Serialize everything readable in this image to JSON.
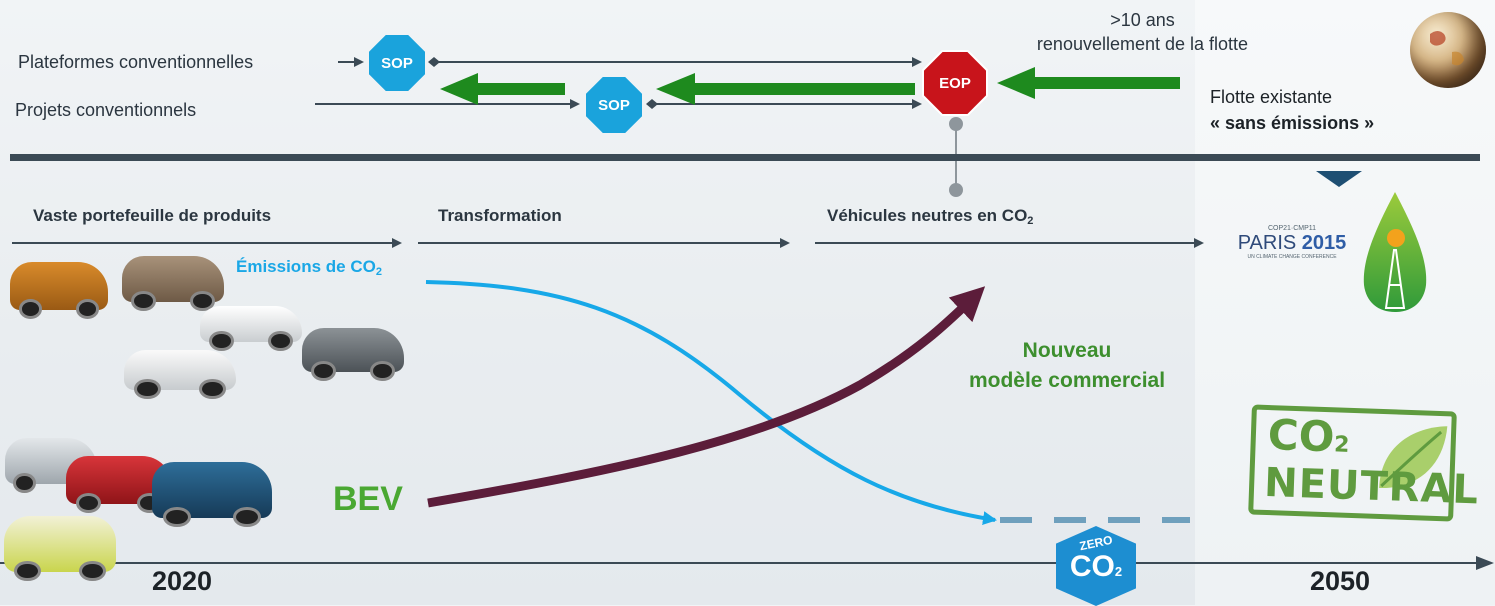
{
  "rows": {
    "platforms_label": "Plateformes conventionnelles",
    "projects_label": "Projets conventionnels"
  },
  "signs": {
    "sop_top": "SOP",
    "sop_mid": "SOP",
    "eop": "EOP"
  },
  "renewal": {
    "line1": ">10 ans",
    "line2": "renouvellement de la flotte"
  },
  "fleet": {
    "line1": "Flotte existante",
    "line2": "« sans émissions »"
  },
  "phases": {
    "p1": "Vaste portefeuille de produits",
    "p2": "Transformation",
    "p3_main": "Véhicules neutres en CO",
    "p3_sub": "2"
  },
  "emissions": {
    "main": "Émissions de CO",
    "sub": "2"
  },
  "nouveau": {
    "line1": "Nouveau",
    "line2": "modèle commercial"
  },
  "bev": "BEV",
  "paris": {
    "small_top": "COP21·CMP11",
    "city": "PARIS",
    "year": "2015",
    "small_bottom": "UN CLIMATE CHANGE CONFERENCE"
  },
  "zero_badge": {
    "zero": "ZERO",
    "co": "CO",
    "sub": "2"
  },
  "stamp": {
    "line1_main": "CO",
    "line1_sub": "2",
    "line2": "NEUTRAL"
  },
  "years": {
    "start": "2020",
    "end": "2050"
  },
  "colors": {
    "green_arrow": "#1e8a1e",
    "purple_arrow": "#5c1d3a",
    "blue_curve": "#17a8e8",
    "sop": "#1aa3dc",
    "eop": "#c8141b",
    "timeline": "#3b4a55"
  }
}
